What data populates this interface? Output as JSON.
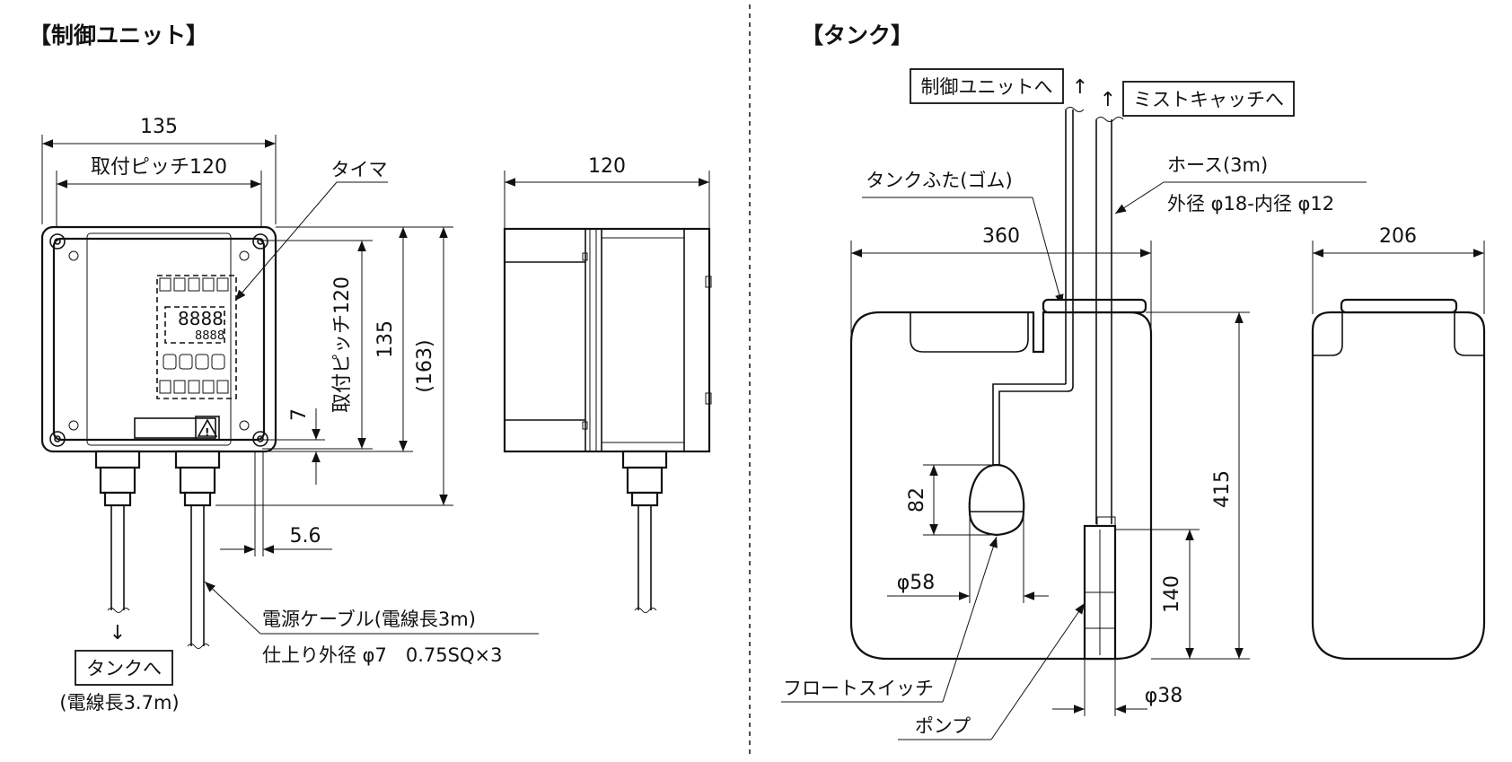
{
  "headings": {
    "control_unit": "【制御ユニット】",
    "tank": "【タンク】"
  },
  "control_unit": {
    "front": {
      "width_overall": "135",
      "mount_pitch_width": "取付ピッチ120",
      "timer_label": "タイマ",
      "mount_pitch_height": "取付ピッチ120",
      "height_body": "135",
      "height_overall": "(163)",
      "flange_offset": "7",
      "edge_offset": "5.6",
      "cable_label_line1": "電源ケーブル(電線長3m)",
      "cable_label_line2": "仕上り外径 φ7　0.75SQ×3",
      "to_tank_arrow": "↓",
      "to_tank_label": "タンクへ",
      "to_tank_wire": "(電線長3.7m)"
    },
    "side": {
      "depth": "120"
    }
  },
  "tank": {
    "to_control_unit": "制御ユニットへ",
    "to_mist_catcher": "ミストキャッチへ",
    "arrow_up": "↑",
    "hose_line1": "ホース(3m)",
    "hose_line2": "外径 φ18-内径 φ12",
    "lid_label": "タンクふた(ゴム)",
    "width": "360",
    "depth": "206",
    "height": "415",
    "float_height": "82",
    "float_diameter": "φ58",
    "pump_height": "140",
    "pump_diameter": "φ38",
    "float_switch_label": "フロートスイッチ",
    "pump_label": "ポンプ"
  }
}
